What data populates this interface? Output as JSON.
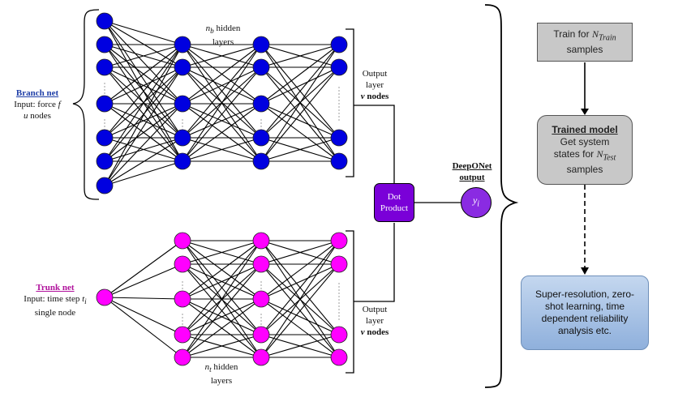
{
  "branch": {
    "title": "Branch net",
    "line1": "Input: force ",
    "line1_var": "f",
    "line2_var": "u",
    "line2": " nodes",
    "hidden_sym": "n",
    "hidden_sub": "b",
    "hidden_text": " hidden",
    "hidden_text2": "layers",
    "out1": "Output",
    "out2": "layer",
    "out3_var": "v",
    "out3": " nodes",
    "color": "#0000e0"
  },
  "trunk": {
    "title": "Trunk net",
    "line1": "Input: time step ",
    "line1_var": "t",
    "line1_sub": "i",
    "line2": "single node",
    "hidden_sym": "n",
    "hidden_sub": "t",
    "hidden_text": " hidden",
    "hidden_text2": "layers",
    "out1": "Output",
    "out2": "layer",
    "out3_var": "v",
    "out3": " nodes",
    "color": "#ff00ff"
  },
  "dot_product": {
    "line1": "Dot",
    "line2": "Product",
    "color": "#7a00d8"
  },
  "deeponet": {
    "line1": "DeepONet",
    "line2": "output",
    "node_var": "y",
    "node_sub": "i",
    "color": "#8a2be2"
  },
  "flow": {
    "train_pre": "Train for ",
    "train_sym": "N",
    "train_sub": "Train",
    "train_post": "samples",
    "trained_title": "Trained model",
    "trained_l1": "Get system",
    "trained_l2": "states for ",
    "trained_sym": "N",
    "trained_sub": "Test",
    "trained_l3": "samples",
    "apps_l1": "Super-resolution, zero-",
    "apps_l2": "shot learning, time",
    "apps_l3": "dependent reliability",
    "apps_l4": "analysis etc."
  }
}
